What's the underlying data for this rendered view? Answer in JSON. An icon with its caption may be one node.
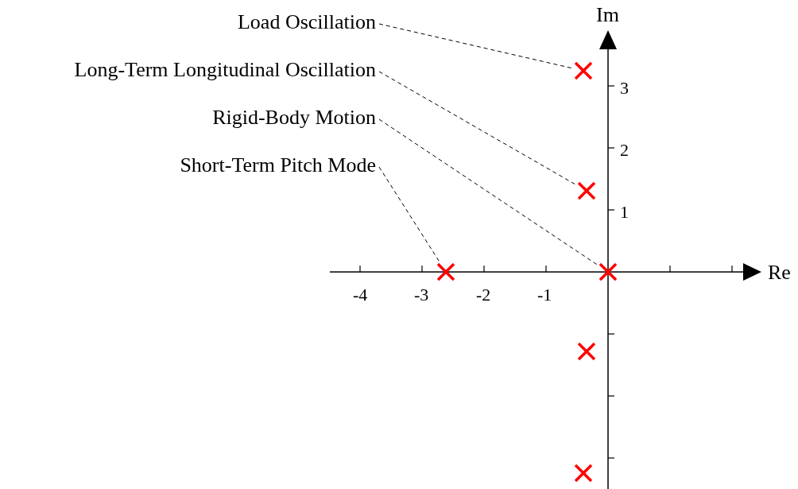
{
  "diagram": {
    "nodes": [
      {
        "text": [
          "Load Oscillation"
        ]
      },
      {
        "text": [
          "Long-Term Longitudinal Oscillation"
        ]
      },
      {
        "text": [
          "Rigid-Body Motion"
        ]
      },
      {
        "text": [
          "Short-Term Pitch Mode"
        ]
      },
      {
        "text": [],
        "shape": "cross"
      },
      {
        "text": [],
        "shape": "cross"
      },
      {
        "text": [],
        "shape": "cross"
      },
      {
        "text": [],
        "shape": "cross"
      },
      {
        "text": [],
        "shape": "cross"
      },
      {
        "text": [],
        "shape": "cross"
      }
    ],
    "edges": [
      {
        "from": 0,
        "to": 4,
        "arrow": "none",
        "style": "dashed"
      },
      {
        "from": 1,
        "to": 5,
        "arrow": "none",
        "style": "dashed"
      },
      {
        "from": 2,
        "to": 7,
        "arrow": "none",
        "style": "dashed"
      },
      {
        "from": 3,
        "to": 6,
        "arrow": "none",
        "style": "dashed"
      }
    ],
    "labels": [
      "Im",
      "3",
      "2",
      "1",
      "Re",
      "-4",
      "-3",
      "-2",
      "-1"
    ]
  }
}
